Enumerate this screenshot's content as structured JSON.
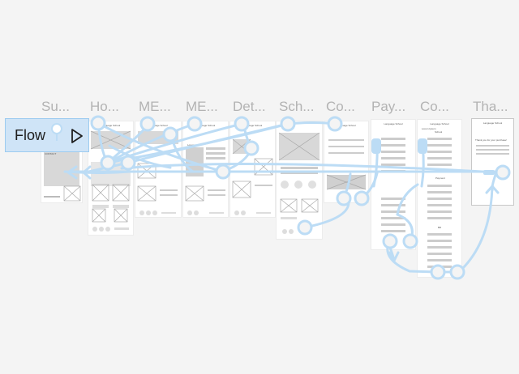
{
  "frames": [
    {
      "id": "su",
      "title": "Su...",
      "header": ""
    },
    {
      "id": "ho",
      "title": "Ho...",
      "header": "Language School"
    },
    {
      "id": "me1",
      "title": "ME...",
      "header": "Language School"
    },
    {
      "id": "me2",
      "title": "ME...",
      "header": "Language School"
    },
    {
      "id": "det",
      "title": "Det...",
      "header": "Language School"
    },
    {
      "id": "sch",
      "title": "Sch...",
      "header": ""
    },
    {
      "id": "co1",
      "title": "Co...",
      "header": "Language School"
    },
    {
      "id": "pay",
      "title": "Pay...",
      "header": "Language School"
    },
    {
      "id": "co2",
      "title": "Co...",
      "header": "Language School"
    },
    {
      "id": "tha",
      "title": "Tha...",
      "header": "Language School"
    }
  ],
  "frame_texts": {
    "su_contact": "CONTACT",
    "me2_label": "Lorem ipsum",
    "co2_sub1": "Lorem Ipsum",
    "co2_sub2": "School",
    "co2_payment": "Payment",
    "co2_bill": "Bill",
    "tha_thanks": "Thank you for your purchase!"
  },
  "flow": {
    "label": "Flow",
    "play_icon": "play-icon"
  },
  "colors": {
    "connector": "#bcdcf5",
    "badge_bg": "#cfe4f7",
    "canvas": "#f4f4f4",
    "placeholder": "#d6d6d6"
  }
}
